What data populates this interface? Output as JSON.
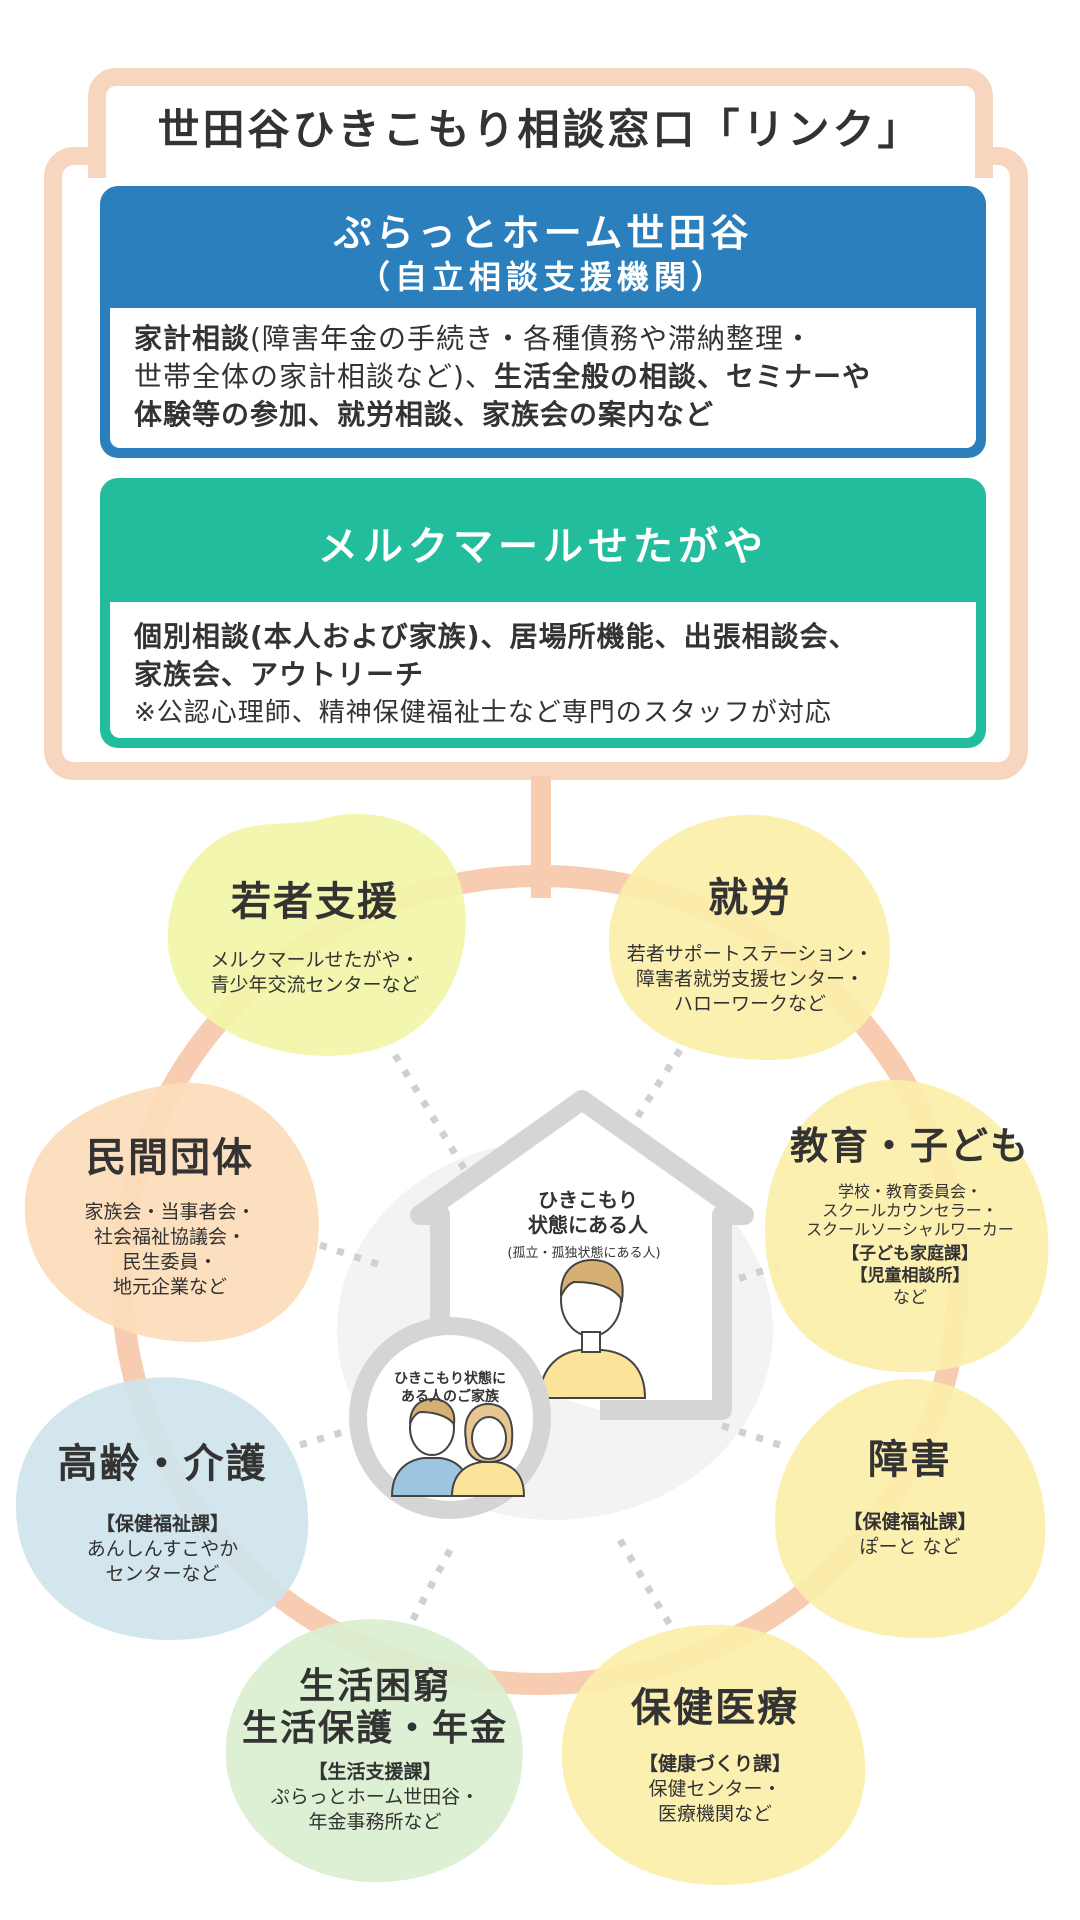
{
  "title": "世田谷ひきこもり相談窓口「リンク」",
  "agency1": {
    "name": "ぷらっとホーム世田谷",
    "sub": "（自立相談支援機関）",
    "line1_bold": "家計相談",
    "line1_rest": "(障害年金の手続き・各種債務や滞納整理・",
    "line2_rest": "世帯全体の家計相談など)、",
    "line2_bold": "生活全般の相談、セミナーや",
    "line3_bold": "体験等の参加、就労相談、家族会の案内など"
  },
  "agency2": {
    "name": "メルクマールせたがや",
    "line1": "個別相談(本人および家族)、居場所機能、出張相談会、",
    "line2": "家族会、アウトリーチ",
    "note": "※公認心理師、精神保健福祉士など専門のスタッフが対応"
  },
  "center": {
    "house_line1": "ひきこもり",
    "house_line2": "状態にある人",
    "house_sub": "(孤立・孤独状態にある人)",
    "family_line1": "ひきこもり状態に",
    "family_line2": "ある人のご家族"
  },
  "nodes": {
    "youth": {
      "title": "若者支援",
      "desc1": "メルクマールせたがや・",
      "desc2": "青少年交流センターなど",
      "color": "#f2f5a8"
    },
    "work": {
      "title": "就労",
      "desc1": "若者サポートステーション・",
      "desc2": "障害者就労支援センター・",
      "desc3": "ハローワークなど",
      "color": "#fcefaa"
    },
    "edu": {
      "title": "教育・子ども",
      "desc1": "学校・教育委員会・",
      "desc2": "スクールカウンセラー・",
      "desc3": "スクールソーシャルワーカー",
      "bold1": "【子ども家庭課】",
      "bold2": "【児童相談所】",
      "desc4": "など",
      "color": "#fcefaa"
    },
    "private": {
      "title": "民間団体",
      "desc1": "家族会・当事者会・",
      "desc2": "社会福祉協議会・",
      "desc3": "民生委員・",
      "desc4": "地元企業など",
      "color": "#fcdcb8"
    },
    "disability": {
      "title": "障害",
      "bold1": "【保健福祉課】",
      "desc1": "ぽーと など",
      "color": "#fcefaa"
    },
    "elderly": {
      "title": "高齢・介護",
      "bold1": "【保健福祉課】",
      "desc1": "あんしんすこやか",
      "desc2": "センターなど",
      "color": "#cfe4ec"
    },
    "poverty": {
      "title1": "生活困窮",
      "title2": "生活保護・年金",
      "bold1": "【生活支援課】",
      "desc1": "ぷらっとホーム世田谷・",
      "desc2": "年金事務所など",
      "color": "#daefcf"
    },
    "health": {
      "title": "保健医療",
      "bold1": "【健康づくり課】",
      "desc1": "保健センター・",
      "desc2": "医療機関など",
      "color": "#fcefaa"
    }
  },
  "colors": {
    "frame": "#f7d5bf",
    "blue": "#2b7fbd",
    "green": "#22bd9c",
    "ring": "#f7ccb0",
    "gray": "#d9d9d9"
  }
}
